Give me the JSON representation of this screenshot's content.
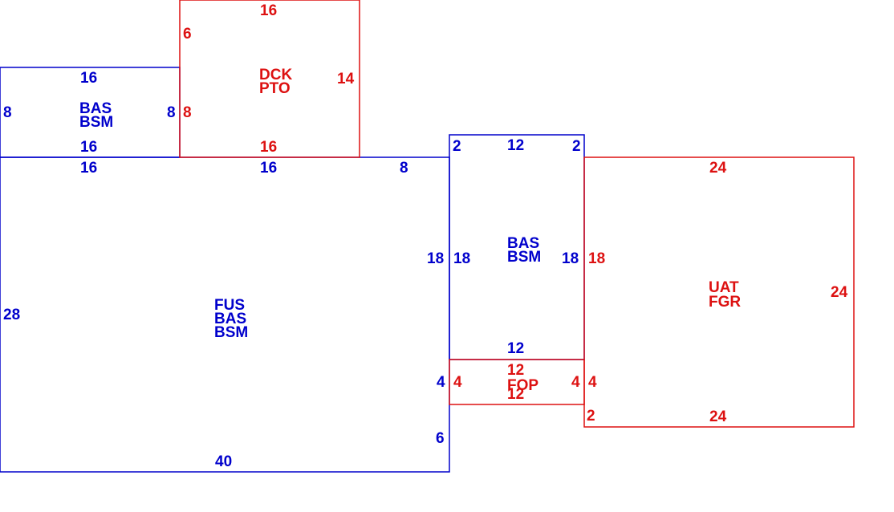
{
  "colors": {
    "blue": "#0000cc",
    "red": "#dd1111"
  },
  "areas": [
    {
      "id": "main",
      "color": "blue",
      "codes": [
        "FUS",
        "BAS",
        "BSM"
      ],
      "dimensions": [
        "16",
        "16",
        "8",
        "28",
        "40",
        "6",
        "18",
        "4"
      ]
    },
    {
      "id": "upper-left",
      "color": "blue",
      "codes": [
        "BAS",
        "BSM"
      ],
      "dimensions": [
        "16",
        "16",
        "8",
        "8"
      ]
    },
    {
      "id": "deck",
      "color": "red",
      "codes": [
        "DCK",
        "PTO"
      ],
      "dimensions": [
        "16",
        "6",
        "14",
        "8",
        "16"
      ]
    },
    {
      "id": "middle",
      "color": "blue",
      "codes": [
        "BAS",
        "BSM"
      ],
      "dimensions": [
        "2",
        "12",
        "2",
        "18",
        "18",
        "12"
      ]
    },
    {
      "id": "porch",
      "color": "red",
      "codes": [
        "FOP"
      ],
      "dimensions": [
        "12",
        "4",
        "4",
        "12"
      ]
    },
    {
      "id": "garage",
      "color": "red",
      "codes": [
        "UAT",
        "FGR"
      ],
      "dimensions": [
        "24",
        "18",
        "24",
        "4",
        "2",
        "24"
      ]
    }
  ]
}
